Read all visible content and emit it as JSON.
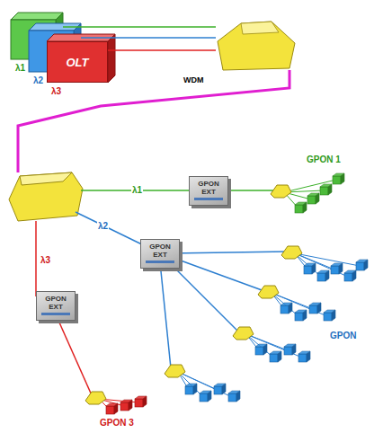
{
  "diagram": {
    "nodes": [
      {
        "text": [
          "OLT"
        ]
      },
      {
        "text": [
          "WDM"
        ]
      },
      {
        "text": [
          "GPON EXT"
        ]
      },
      {
        "text": [
          "GPON EXT"
        ]
      },
      {
        "text": [
          "GPON EXT"
        ]
      }
    ],
    "edges": [
      {
        "from": 0,
        "to": 1,
        "arrow": "none"
      }
    ],
    "labels": [
      "λ1",
      "λ2",
      "λ3",
      "λ1",
      "λ2",
      "λ3",
      "GPON 1",
      "GPON",
      "GPON 3"
    ]
  }
}
